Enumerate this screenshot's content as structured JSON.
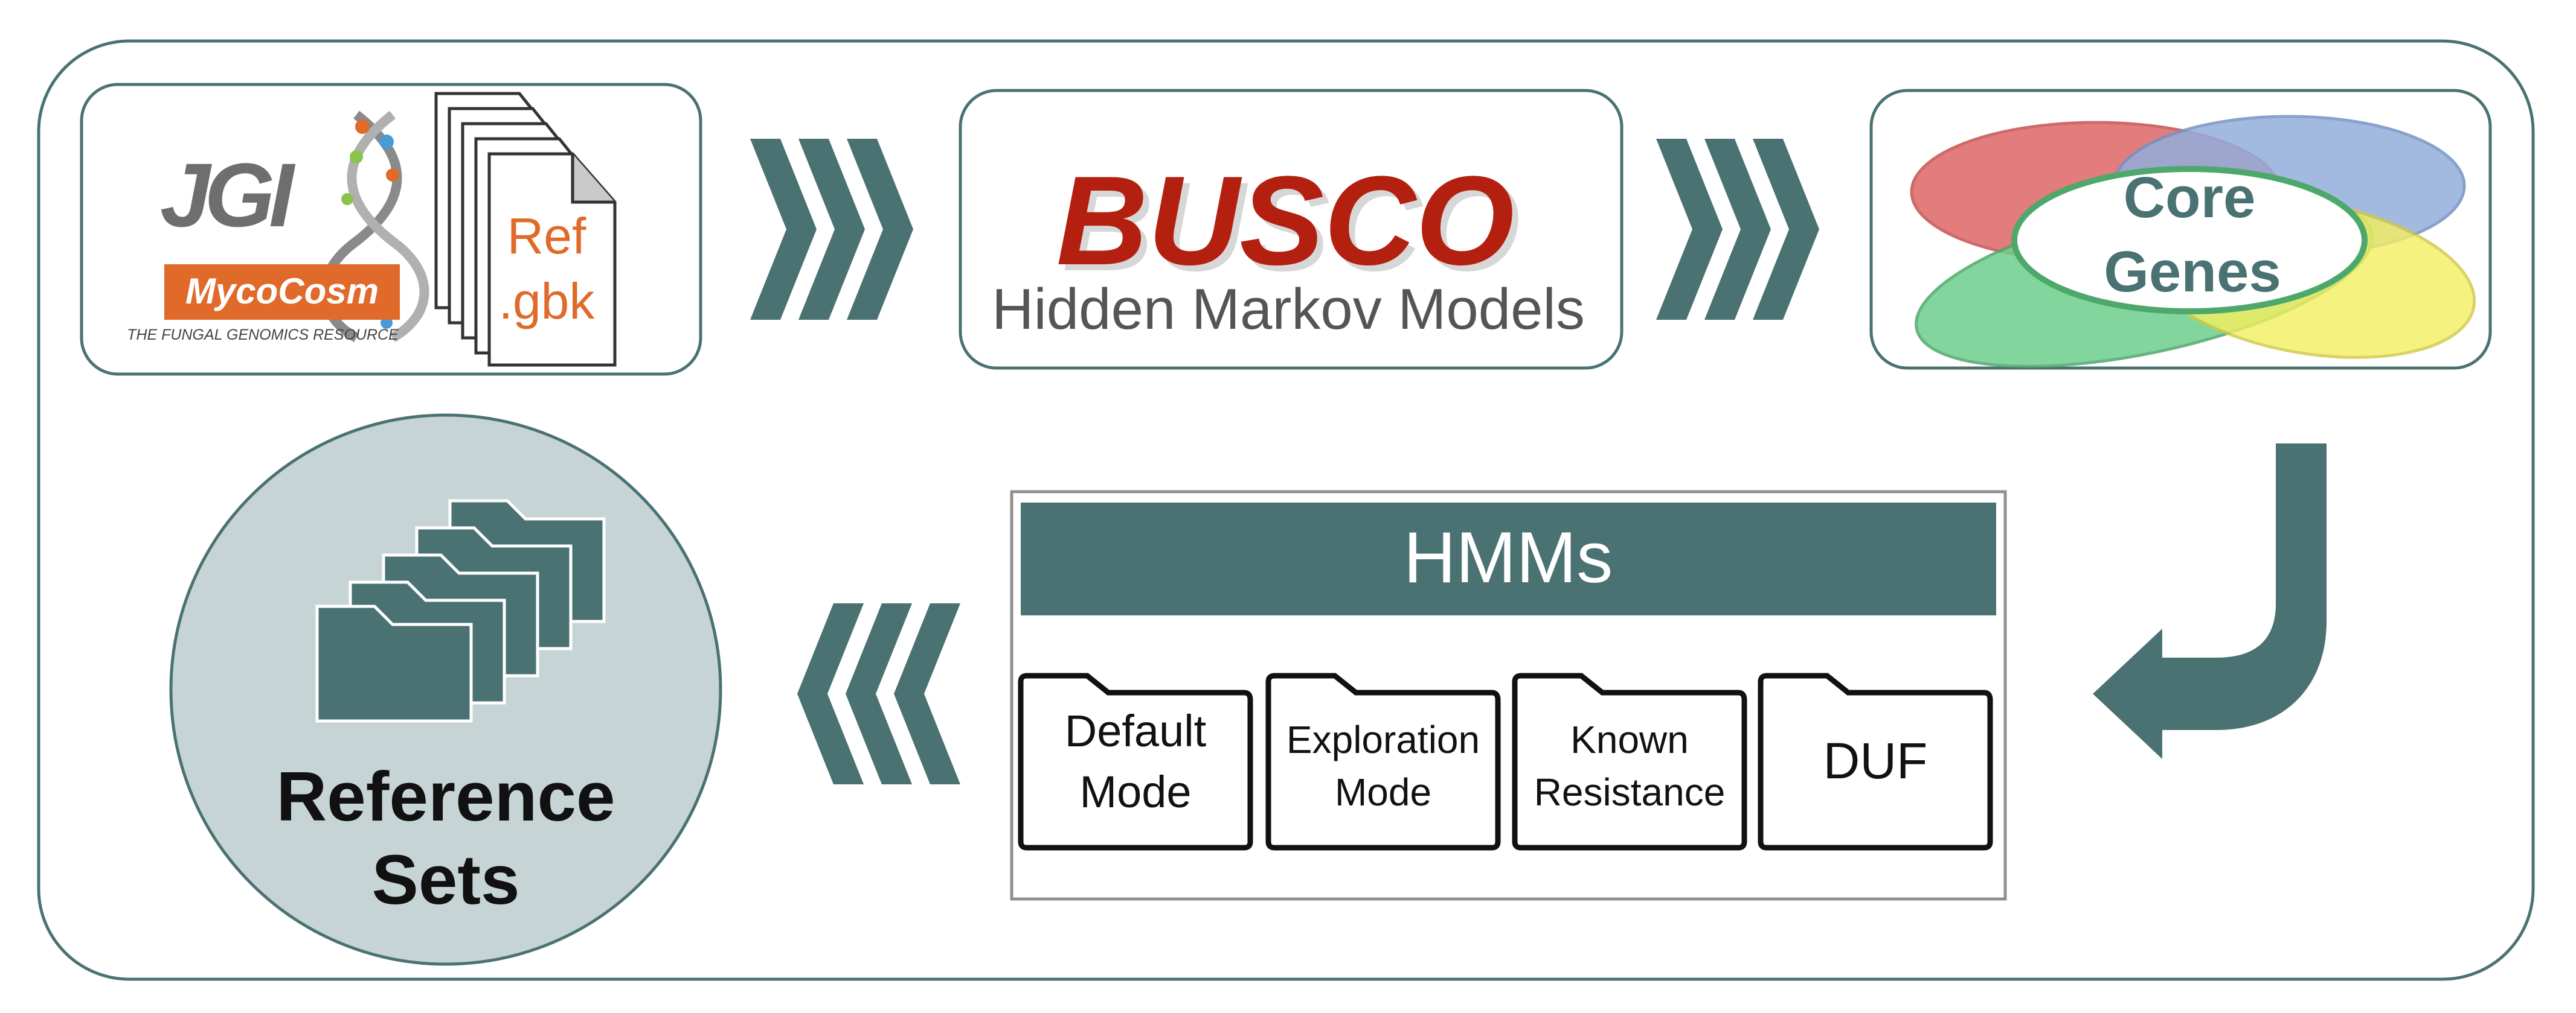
{
  "colors": {
    "teal": "#4a7272",
    "teal_light_fill": "#c7d4d6",
    "orange": "#e06a2a",
    "busco_red": "#b3200f",
    "gray_text": "#555555",
    "jgi_gray": "#6e6e6e",
    "red_ellipse": "#e07070",
    "blue_ellipse": "#93aedb",
    "green_ellipse": "#6dcf8d",
    "yellow_ellipse": "#f5ef60"
  },
  "sources": {
    "jgi_logo_text": "JGI",
    "mycocosm_label": "MycoCosm",
    "mycocosm_tagline": "THE FUNGAL GENOMICS RESOURCE",
    "ref_file_line1": "Ref",
    "ref_file_line2": ".gbk"
  },
  "busco": {
    "title": "BUSCO",
    "subtitle": "Hidden Markov Models"
  },
  "core_genes": {
    "line1": "Core",
    "line2": "Genes"
  },
  "hmms": {
    "header": "HMMs",
    "folders": [
      {
        "line1": "Default",
        "line2": "Mode"
      },
      {
        "line1": "Exploration",
        "line2": "Mode"
      },
      {
        "line1": "Known",
        "line2": "Resistance"
      },
      {
        "line1": "DUF",
        "line2": ""
      }
    ]
  },
  "reference_sets": {
    "line1": "Reference",
    "line2": "Sets"
  },
  "icons": {
    "flow_arrow": "triple-chevron-icon",
    "turn_arrow": "curved-down-left-arrow-icon",
    "folder_stack": "folder-stack-icon",
    "dna": "dna-helix-icon",
    "documents": "document-stack-icon"
  }
}
